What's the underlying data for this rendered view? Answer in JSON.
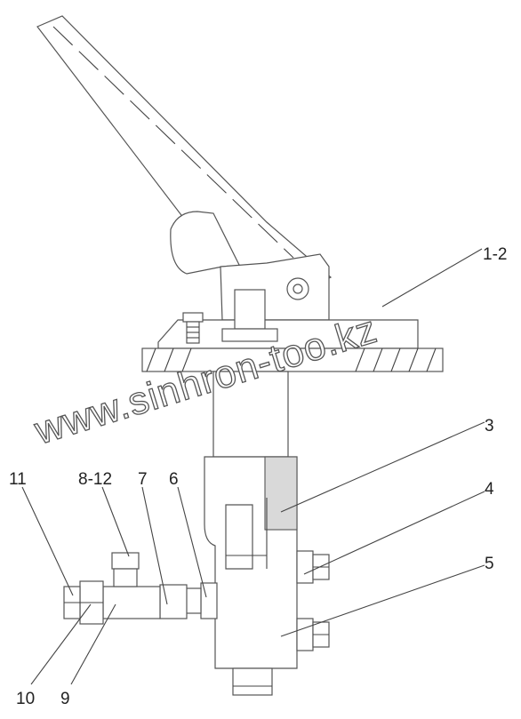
{
  "callouts": [
    {
      "id": "1-2",
      "label": "1-2"
    },
    {
      "id": "3",
      "label": "3"
    },
    {
      "id": "4",
      "label": "4"
    },
    {
      "id": "5",
      "label": "5"
    },
    {
      "id": "6",
      "label": "6"
    },
    {
      "id": "7",
      "label": "7"
    },
    {
      "id": "8-12",
      "label": "8-12"
    },
    {
      "id": "11",
      "label": "11"
    },
    {
      "id": "10",
      "label": "10"
    },
    {
      "id": "9",
      "label": "9"
    }
  ],
  "watermark": "www.sinhron-too.kz"
}
